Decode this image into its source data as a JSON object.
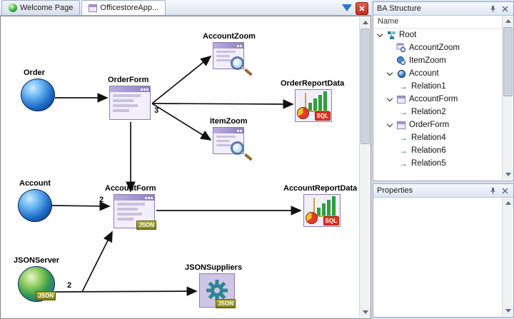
{
  "tabs": {
    "welcome": {
      "label": "Welcome Page"
    },
    "officestore": {
      "label": "OfficestoreApp..."
    }
  },
  "diagram": {
    "nodes": {
      "order": "Order",
      "orderForm": "OrderForm",
      "accountZoom": "AccountZoom",
      "itemZoom": "ItemZoom",
      "orderReportData": "OrderReportData",
      "account": "Account",
      "accountForm": "AccountForm",
      "accountReportData": "AccountReportData",
      "jsonServer": "JSONServer",
      "jsonSuppliers": "JSONSuppliers"
    },
    "badges": {
      "json": "JSON",
      "sql": "SQL"
    },
    "multiplicities": {
      "orderForm": "3",
      "accountForm": "2",
      "jsonServer": "2"
    }
  },
  "ba": {
    "title": "BA Structure",
    "column": "Name",
    "tree": [
      {
        "label": "Root"
      },
      {
        "label": "AccountZoom"
      },
      {
        "label": "ItemZoom"
      },
      {
        "label": "Account"
      },
      {
        "label": "Relation1"
      },
      {
        "label": "AccountForm"
      },
      {
        "label": "Relation2"
      },
      {
        "label": "OrderForm"
      },
      {
        "label": "Relation4"
      },
      {
        "label": "Relation6"
      },
      {
        "label": "Relation5"
      }
    ]
  },
  "properties": {
    "title": "Properties"
  },
  "icons": {
    "relation_arrow": "→"
  },
  "colors": {
    "sphere_blue": "#1f6cc9",
    "form_lavender": "#f2eefa",
    "json_olive": "#8f8f2a",
    "sql_red": "#dd3522",
    "gear_teal": "#2e8596",
    "tab_dropdown_blue": "#2f74d0",
    "close_red": "#c22c1a"
  }
}
